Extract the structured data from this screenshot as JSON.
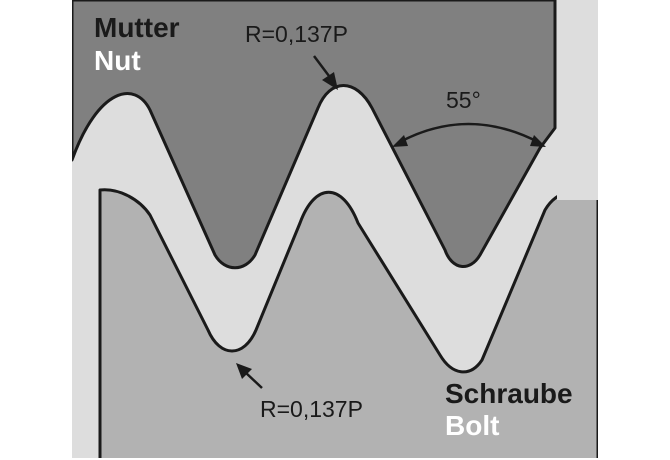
{
  "labels": {
    "nut_de": "Mutter",
    "nut_en": "Nut",
    "bolt_de": "Schraube",
    "bolt_en": "Bolt",
    "radius_top": "R=0,137P",
    "radius_bottom": "R=0,137P",
    "angle": "55°"
  },
  "colors": {
    "nut_fill": "#808080",
    "bolt_fill": "#b2b2b2",
    "gap_fill": "#dddddd",
    "outline": "#1a1a1a",
    "dark_text": "#1a1a1a",
    "light_text": "#ffffff"
  }
}
